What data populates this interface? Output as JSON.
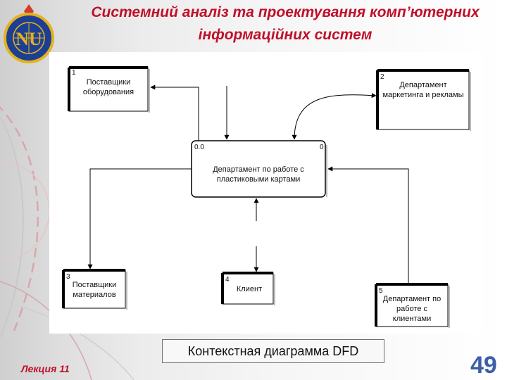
{
  "slide": {
    "title_line1": "Системний аналіз та проектування комп’ютерних",
    "title_line2": "інформаційних систем",
    "caption": "Контекстная диаграмма DFD",
    "lecture": "Лекция 11",
    "page_number": "49"
  },
  "logo": {
    "letters": "NU"
  },
  "diagram": {
    "external_entities": [
      {
        "number": "1",
        "lines": [
          "Поставщики",
          "оборудования"
        ]
      },
      {
        "number": "2",
        "lines": [
          "Департамент",
          "маркетинга и рекламы"
        ]
      },
      {
        "number": "3",
        "lines": [
          "Поставщики",
          "материалов"
        ]
      },
      {
        "number": "4",
        "lines": [
          "Клиент"
        ]
      },
      {
        "number": "5",
        "lines": [
          "Департамент по",
          "работе с",
          "клиентами"
        ]
      }
    ],
    "process": {
      "id": "0.0",
      "number": "0",
      "lines": [
        "Департамент по работе с",
        "пластиковыми картами"
      ]
    }
  },
  "colors": {
    "title": "#c0102a",
    "page_number": "#3b5fa8",
    "accent": "#d08a90"
  }
}
